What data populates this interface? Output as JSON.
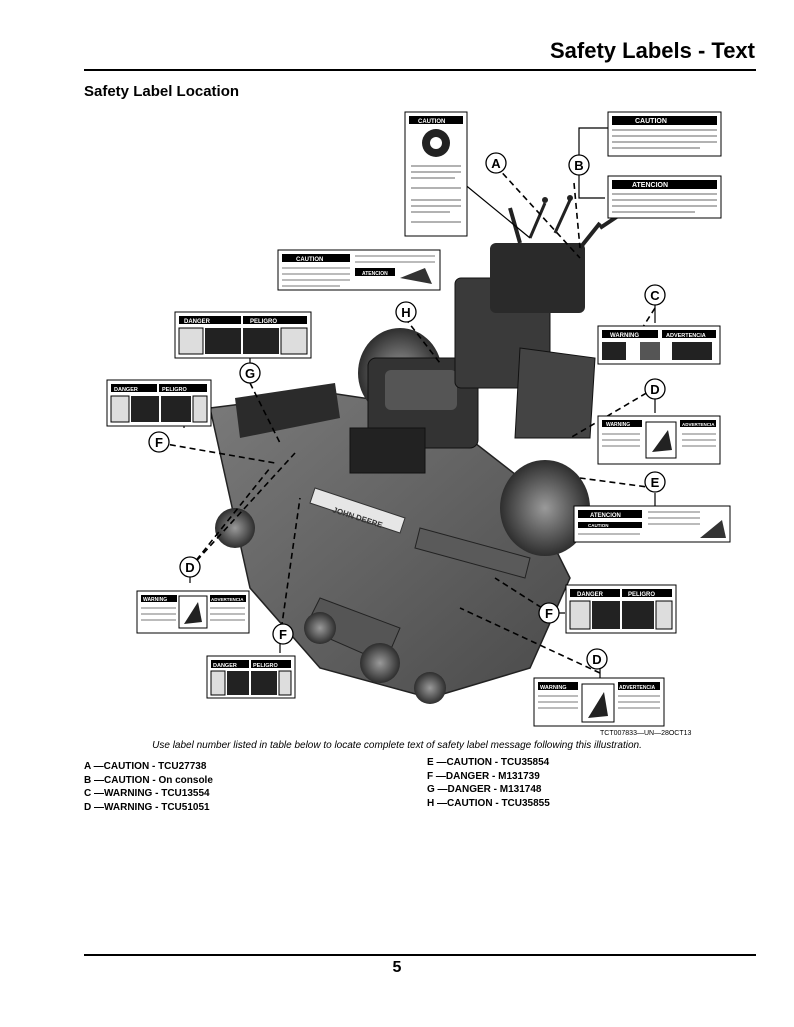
{
  "header": {
    "title": "Safety Labels - Text"
  },
  "section": {
    "title": "Safety Label Location"
  },
  "figure": {
    "id": "TCT007833—UN—28OCT13",
    "caption": "Use label number listed in table below to locate complete text of safety label message following this illustration.",
    "callouts": [
      "A",
      "B",
      "C",
      "D",
      "E",
      "F",
      "G",
      "H"
    ],
    "label_headers": {
      "caution": "CAUTION",
      "atencion": "ATENCION",
      "danger": "DANGER",
      "peligro": "PELIGRO",
      "warning": "WARNING",
      "advertencia": "ADVERTENCIA"
    },
    "deck_brand": "JOHN DEERE"
  },
  "legend": {
    "left": [
      "A —CAUTION - TCU27738",
      "B —CAUTION - On console",
      "C —WARNING - TCU13554",
      "D —WARNING - TCU51051"
    ],
    "right": [
      "E —CAUTION - TCU35854",
      "F —DANGER - M131739",
      "G —DANGER - M131748",
      "H —CAUTION - TCU35855"
    ]
  },
  "footer": {
    "page_number": "5"
  }
}
